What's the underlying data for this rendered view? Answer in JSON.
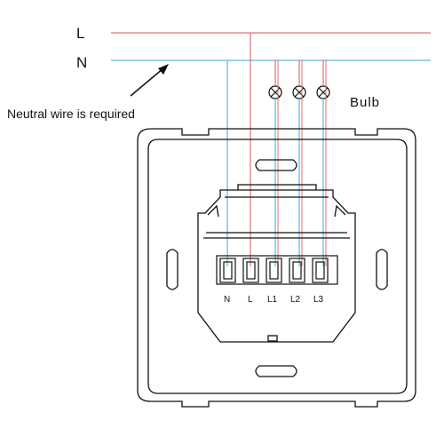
{
  "labels": {
    "live": "L",
    "neutral": "N",
    "note": "Neutral wire is required",
    "bulb": "Bulb"
  },
  "terminals": [
    "N",
    "L",
    "L1",
    "L2",
    "L3"
  ],
  "colors": {
    "live_wire": "#e0707a",
    "neutral_wire": "#5bb8e0",
    "outline": "#111111"
  }
}
